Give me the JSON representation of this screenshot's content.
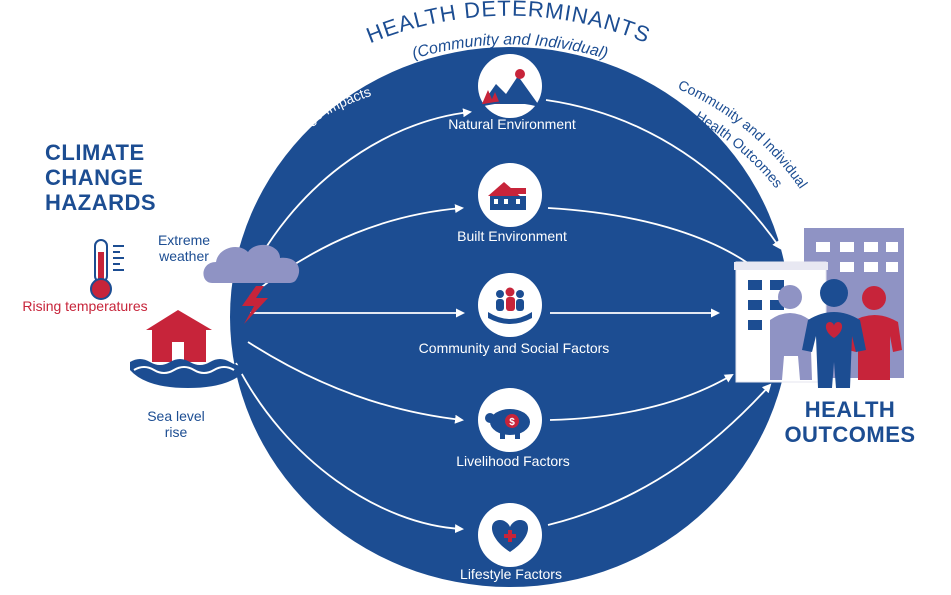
{
  "header": {
    "title": "HEALTH DETERMINANTS",
    "subtitle": "(Community and Individual)"
  },
  "hazards": {
    "title": "CLIMATE CHANGE HAZARDS",
    "items": [
      {
        "label": "Extreme weather",
        "icon": "storm-cloud-icon"
      },
      {
        "label": "Rising temperatures",
        "icon": "thermometer-icon"
      },
      {
        "label": "Sea level rise",
        "icon": "flooded-house-icon"
      }
    ]
  },
  "arc_labels": {
    "left": "Climate Change Impacts",
    "right": "Community and Individual Health Outcomes"
  },
  "determinants": [
    {
      "label": "Natural Environment",
      "icon": "mountain-sun-icon"
    },
    {
      "label": "Built Environment",
      "icon": "house-icon"
    },
    {
      "label": "Community and Social Factors",
      "icon": "people-hand-icon"
    },
    {
      "label": "Livelihood Factors",
      "icon": "piggy-bank-icon"
    },
    {
      "label": "Lifestyle Factors",
      "icon": "heart-icon"
    }
  ],
  "outcomes": {
    "title": "HEALTH OUTCOMES",
    "icon": "people-buildings-icon"
  },
  "colors": {
    "navy": "#1c4d92",
    "red": "#c7243a",
    "lavender": "#8f93c4",
    "white": "#ffffff"
  }
}
